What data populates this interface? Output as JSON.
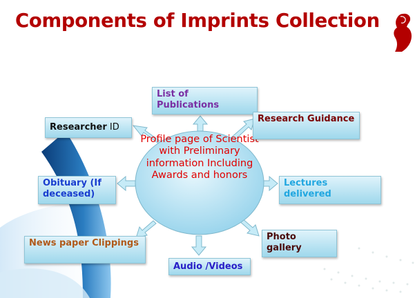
{
  "title": "Components of Imprints Collection",
  "center_text": "Profile page of Scientist with Preliminary information Including Awards and honors",
  "nodes": {
    "list_of_publications": "List of Publications",
    "research_guidance": "Research Guidance",
    "researcher_id": {
      "bold": "Researcher",
      "normal": " ID"
    },
    "obituary": "Obituary (If deceased)",
    "lectures_delivered": "Lectures delivered",
    "news_paper_clippings": "News paper Clippings",
    "photo_gallery": "Photo gallery",
    "audio_videos": "Audio /Videos"
  },
  "colors": {
    "title": "#b30000",
    "center_text": "#e00000",
    "list_of_publications": "#7a2fa3",
    "research_guidance": "#7a0000",
    "researcher_id": "#111111",
    "obituary": "#1a3fcf",
    "lectures_delivered": "#22a7e0",
    "news_paper_clippings": "#b05a1a",
    "photo_gallery": "#4a0a0a",
    "audio_videos": "#2a20c8",
    "box_fill": "#b7e3f3",
    "arrow_fill": "#c6ebf7",
    "ellipse_fill": "#a9dcef"
  }
}
